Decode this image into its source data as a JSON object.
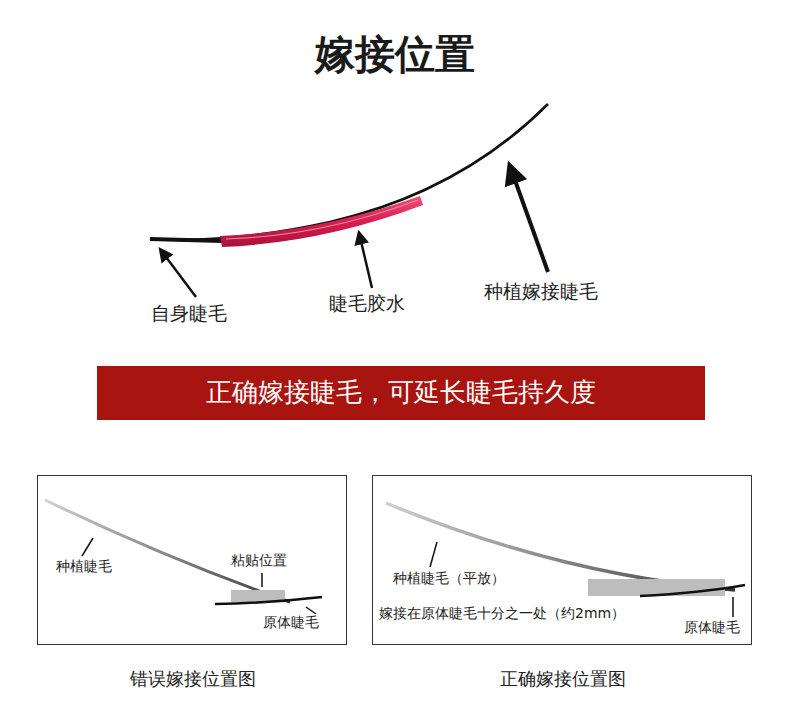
{
  "diagram": {
    "title": "嫁接位置",
    "nodes": [
      {
        "text": [
          "正确嫁接睫毛，可延长睫毛持久度"
        ]
      },
      {
        "text": [
          "错误嫁接位置图"
        ]
      },
      {
        "text": [
          "正确嫁接位置图"
        ]
      }
    ],
    "edges": [],
    "labels": [
      "自身睫毛",
      "睫毛胶水",
      "种植嫁接睫毛",
      "种植睫毛",
      "粘贴位置",
      "原体睫毛",
      "种植睫毛（平放）",
      "嫁接在原体睫毛十分之一处（约2mm）",
      "原体睫毛"
    ]
  }
}
